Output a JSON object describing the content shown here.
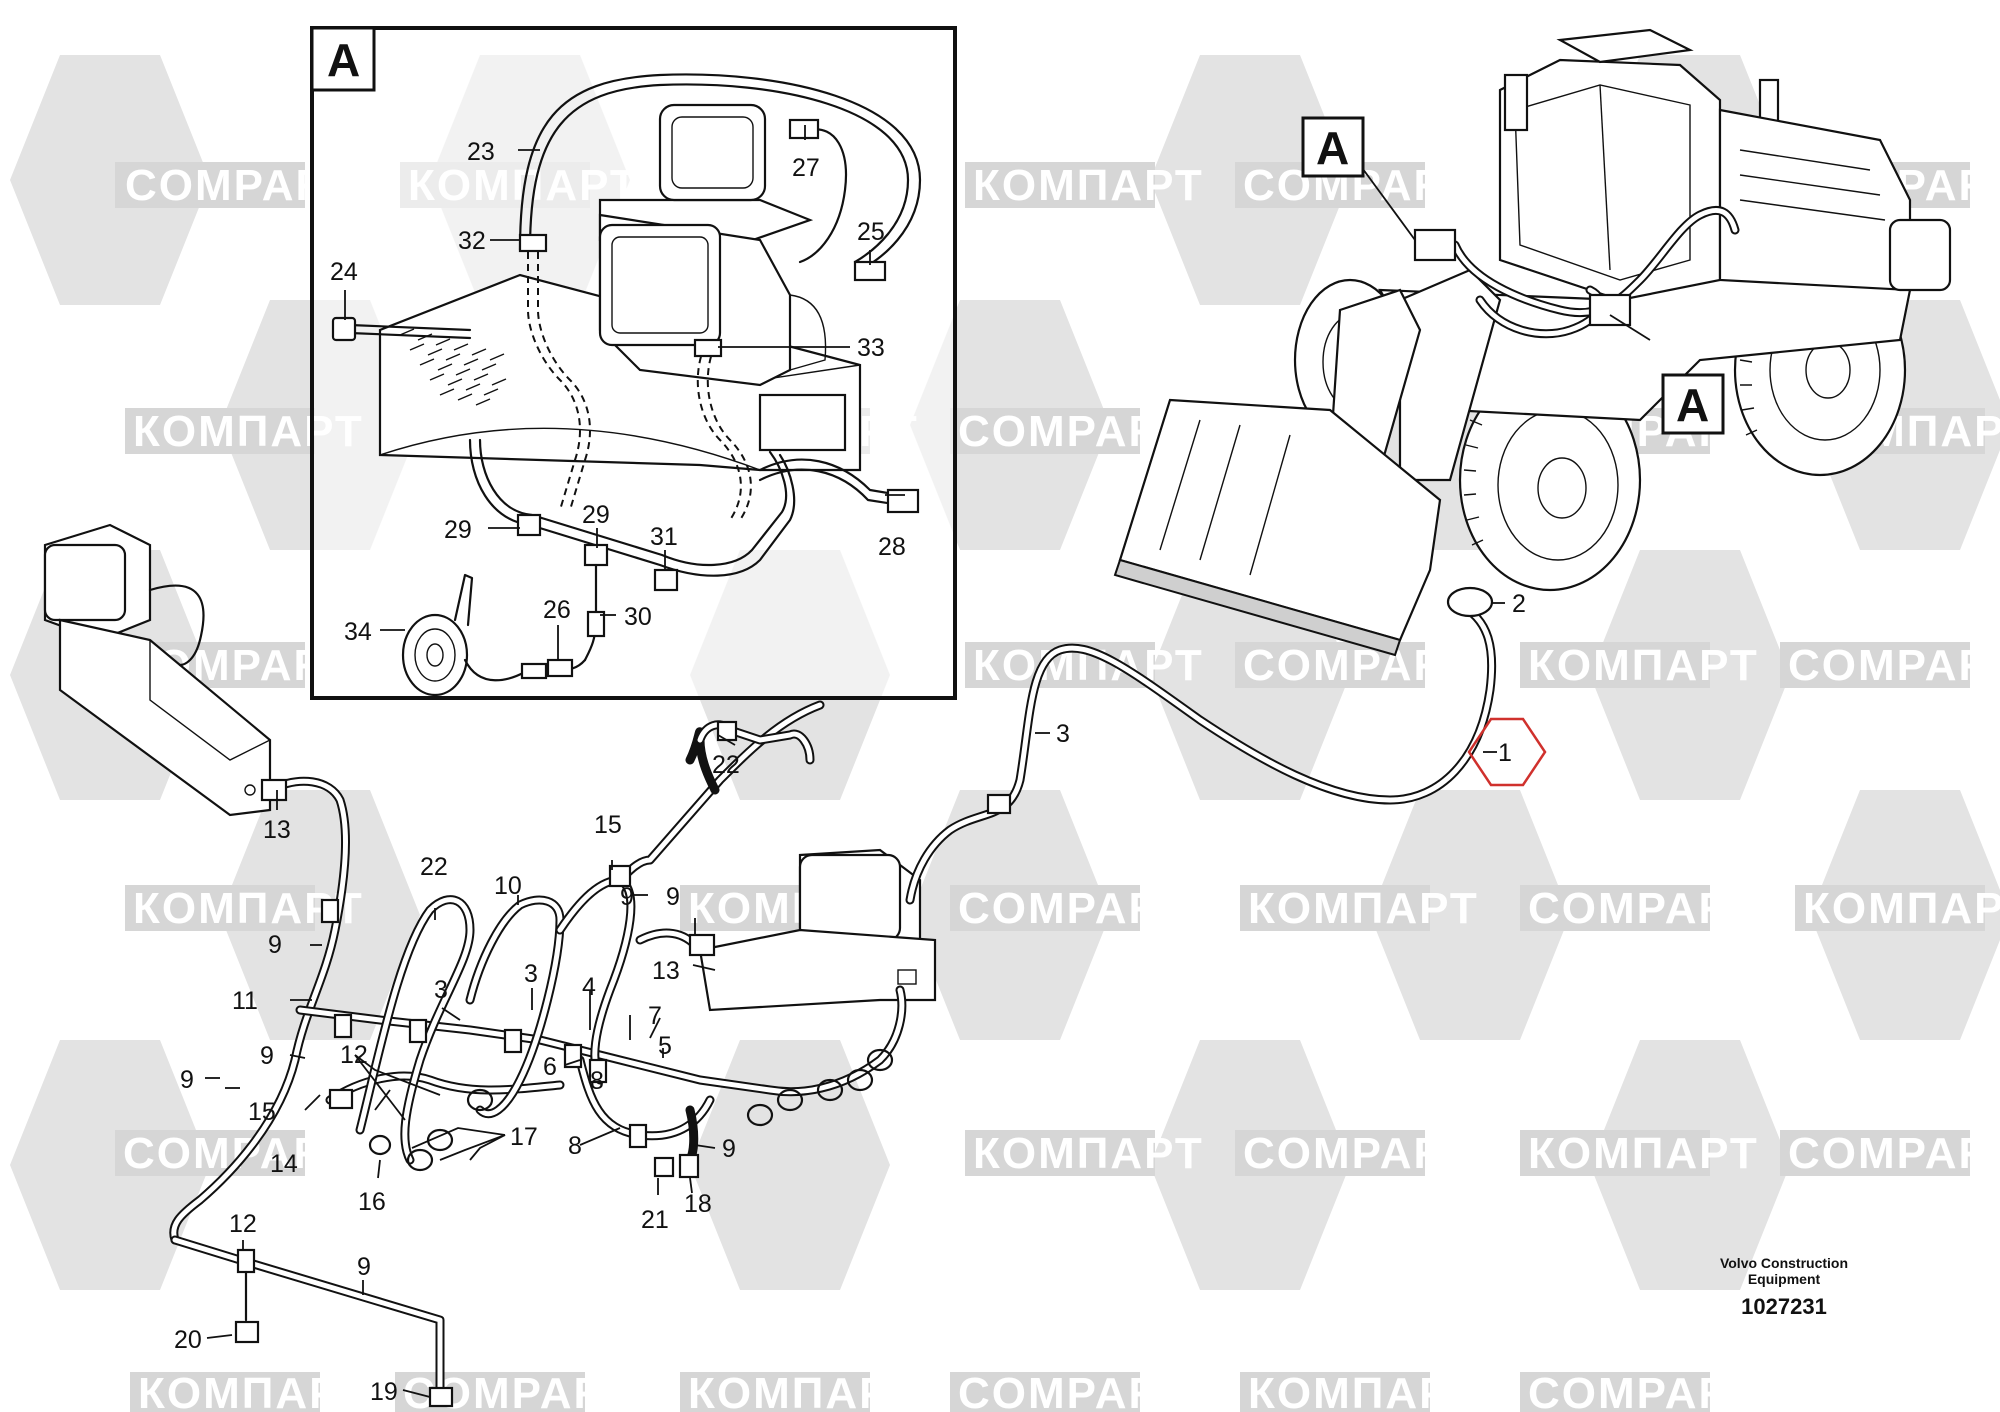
{
  "watermark": {
    "latin": "COMPART",
    "cyrillic": "КОМПАРТ"
  },
  "detail_view": {
    "letter": "A"
  },
  "machine_view": {
    "labels": [
      "A",
      "A"
    ]
  },
  "callouts": {
    "c1": "1",
    "c2": "2",
    "c3a": "3",
    "c3b": "3",
    "c3c": "3",
    "c4": "4",
    "c5": "5",
    "c6": "6",
    "c7": "7",
    "c8a": "8",
    "c8b": "8",
    "c9a": "9",
    "c9b": "9",
    "c9c": "9",
    "c9d": "9",
    "c9e": "9",
    "c9f": "9",
    "c9g": "9",
    "c10": "10",
    "c11": "11",
    "c12a": "12",
    "c12b": "12",
    "c13a": "13",
    "c13b": "13",
    "c14": "14",
    "c15a": "15",
    "c15b": "15",
    "c16": "16",
    "c17": "17",
    "c18": "18",
    "c19": "19",
    "c20": "20",
    "c21": "21",
    "c22a": "22",
    "c22b": "22",
    "c23": "23",
    "c24": "24",
    "c25": "25",
    "c26": "26",
    "c27": "27",
    "c28": "28",
    "c29a": "29",
    "c29b": "29",
    "c30": "30",
    "c31": "31",
    "c32": "32",
    "c33": "33",
    "c34": "34"
  },
  "highlight": {
    "callout": "1",
    "color": "#d0312d"
  },
  "footer": {
    "manufacturer_line1": "Volvo Construction",
    "manufacturer_line2": "Equipment",
    "drawing_number": "1027231"
  }
}
